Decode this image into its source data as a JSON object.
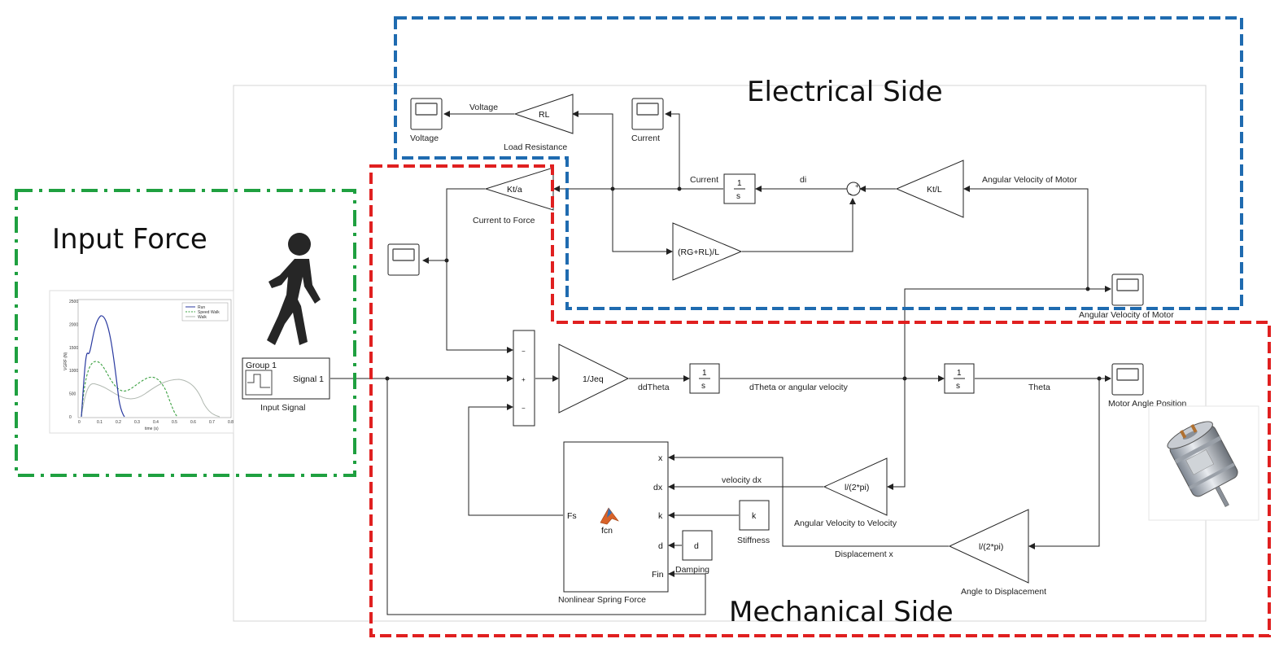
{
  "regions": {
    "electrical": "Electrical Side",
    "mechanical": "Mechanical Side",
    "input": "Input Force"
  },
  "blocks": {
    "rl_gain": "RL",
    "load_resistance": "Load Resistance",
    "voltage_scope": "Voltage",
    "voltage_signal": "Voltage",
    "current_scope": "Current",
    "current_signal": "Current",
    "di_signal": "di",
    "kt_l": "Kt/L",
    "angular_velocity_motor_signal": "Angular Velocity of Motor",
    "kt_a": "Kt/a",
    "current_to_force": "Current to Force",
    "rg_rl_l": "(RG+RL)/L",
    "angular_velocity_scope_label": "Angular Velocity of Motor",
    "group_name": "Group 1",
    "signal_port": "Signal 1",
    "input_signal": "Input Signal",
    "one_jeq": "1/Jeq",
    "ddtheta": "ddTheta",
    "dtheta": "dTheta or angular velocity",
    "theta": "Theta",
    "motor_angle_position": "Motor Angle Position",
    "integrator_num": "1",
    "integrator_den": "s",
    "sum_minus": "−",
    "sum_plus": "+",
    "lin_vel_gain": "l/(2*pi)",
    "angular_to_velocity": "Angular Velocity to Velocity",
    "velocity_dx": "velocity dx",
    "disp_gain": "l/(2*pi)",
    "angle_to_displacement": "Angle to Displacement",
    "displacement_x": "Displacement x",
    "k_block": "k",
    "stiffness": "Stiffness",
    "d_block": "d",
    "damping": "Damping",
    "fcn": "fcn",
    "nonlinear_spring_force": "Nonlinear Spring Force",
    "port_x": "x",
    "port_dx": "dx",
    "port_k": "k",
    "port_d": "d",
    "port_fin": "Fin",
    "port_fs": "Fs"
  },
  "mini_chart": {
    "legend": [
      "Run",
      "Speed Walk",
      "Walk"
    ],
    "ylabel": "VGRF (N)",
    "xlabel": "time (s)",
    "yticks": [
      "2500",
      "2000",
      "1500",
      "1000",
      "500",
      "0"
    ],
    "xticks": [
      "0",
      "0.1",
      "0.2",
      "0.3",
      "0.4",
      "0.5",
      "0.6",
      "0.7",
      "0.8"
    ]
  },
  "colors": {
    "electrical_border": "#1f6bb0",
    "mechanical_border": "#e02020",
    "input_border": "#1fa040",
    "run": "#2a3aa0",
    "speed_walk": "#3aa040",
    "walk": "#b0b8b0"
  },
  "icons": [
    "walking-person-icon",
    "dc-motor-photo",
    "matlab-function-icon",
    "scope-icon"
  ]
}
